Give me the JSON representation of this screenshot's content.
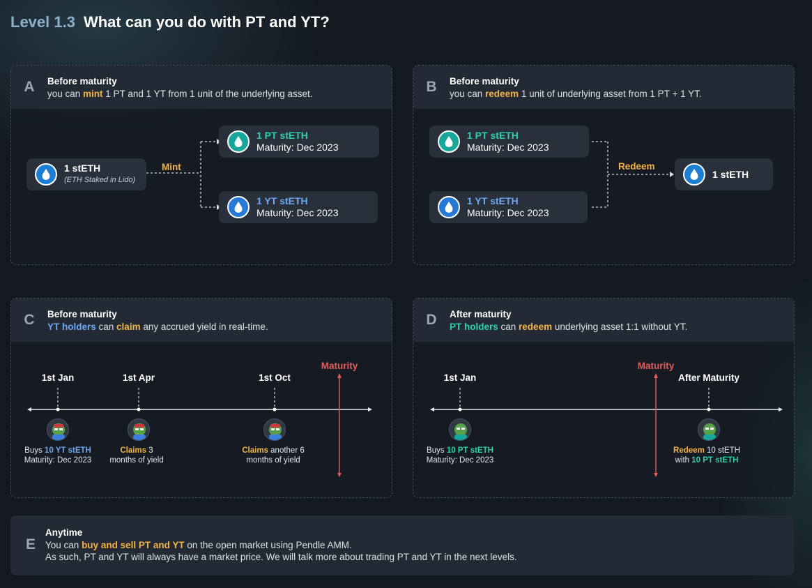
{
  "header": {
    "level": "Level 1.3",
    "title": "What can you do with PT and YT?"
  },
  "panels": {
    "a": {
      "letter": "A",
      "title": "Before maturity",
      "line": {
        "pre": "you can ",
        "hl": "mint",
        "post": " 1 PT and 1 YT from 1 unit of the underlying asset."
      },
      "source": {
        "name": "1 stETH",
        "sub": "(ETH Staked in Lido)"
      },
      "action": "Mint",
      "pt": {
        "name": "1 PT stETH",
        "maturity": "Maturity: Dec 2023"
      },
      "yt": {
        "name": "1 YT stETH",
        "maturity": "Maturity: Dec 2023"
      }
    },
    "b": {
      "letter": "B",
      "title": "Before maturity",
      "line": {
        "pre": "you can ",
        "hl": "redeem",
        "post": " 1 unit of underlying asset from 1 PT + 1 YT."
      },
      "pt": {
        "name": "1 PT stETH",
        "maturity": "Maturity: Dec 2023"
      },
      "yt": {
        "name": "1 YT stETH",
        "maturity": "Maturity: Dec 2023"
      },
      "action": "Redeem",
      "result": {
        "name": "1 stETH"
      }
    },
    "c": {
      "letter": "C",
      "title": "Before maturity",
      "line": {
        "hl1": "YT holders",
        "mid": " can ",
        "hl2": "claim",
        "post": " any accrued yield in real-time."
      },
      "maturity_label": "Maturity",
      "events": [
        {
          "date": "1st Jan",
          "l1a": "Buys ",
          "l1b": "10 YT stETH",
          "l2": "Maturity: Dec 2023"
        },
        {
          "date": "1st Apr",
          "l1a": "Claims",
          "l1b": " 3",
          "l2": "months of yield"
        },
        {
          "date": "1st Oct",
          "l1a": "Claims",
          "l1b": " another 6",
          "l2": "months of yield"
        }
      ]
    },
    "d": {
      "letter": "D",
      "title": "After maturity",
      "line": {
        "hl1": "PT holders",
        "mid": " can ",
        "hl2": "redeem",
        "post": " underlying asset 1:1 without YT."
      },
      "maturity_label": "Maturity",
      "events": [
        {
          "date": "1st Jan",
          "l1a": "Buys ",
          "l1b": "10 PT stETH",
          "l2": "Maturity: Dec 2023"
        },
        {
          "date": "After Maturity",
          "l1a": "Redeem",
          "l1b": " 10 stETH",
          "l2a": "with ",
          "l2b": "10 PT stETH"
        }
      ]
    },
    "e": {
      "letter": "E",
      "title": "Anytime",
      "line1": {
        "pre": "You can ",
        "hl": "buy and sell PT and YT",
        "post": " on the open market using Pendle AMM."
      },
      "line2": "As such, PT and YT will always have a market price. We will talk more about trading PT and YT in the next levels."
    }
  },
  "colors": {
    "accent_yellow": "#f3b445",
    "yt_blue": "#6ca9f5",
    "pt_green": "#2ed1ad",
    "maturity_red": "#e45c5c",
    "background": "#141820",
    "panel_header": "#242a35"
  },
  "icons": {
    "token": "steth-drop-icon",
    "avatar": "pepe-avatar-icon"
  }
}
